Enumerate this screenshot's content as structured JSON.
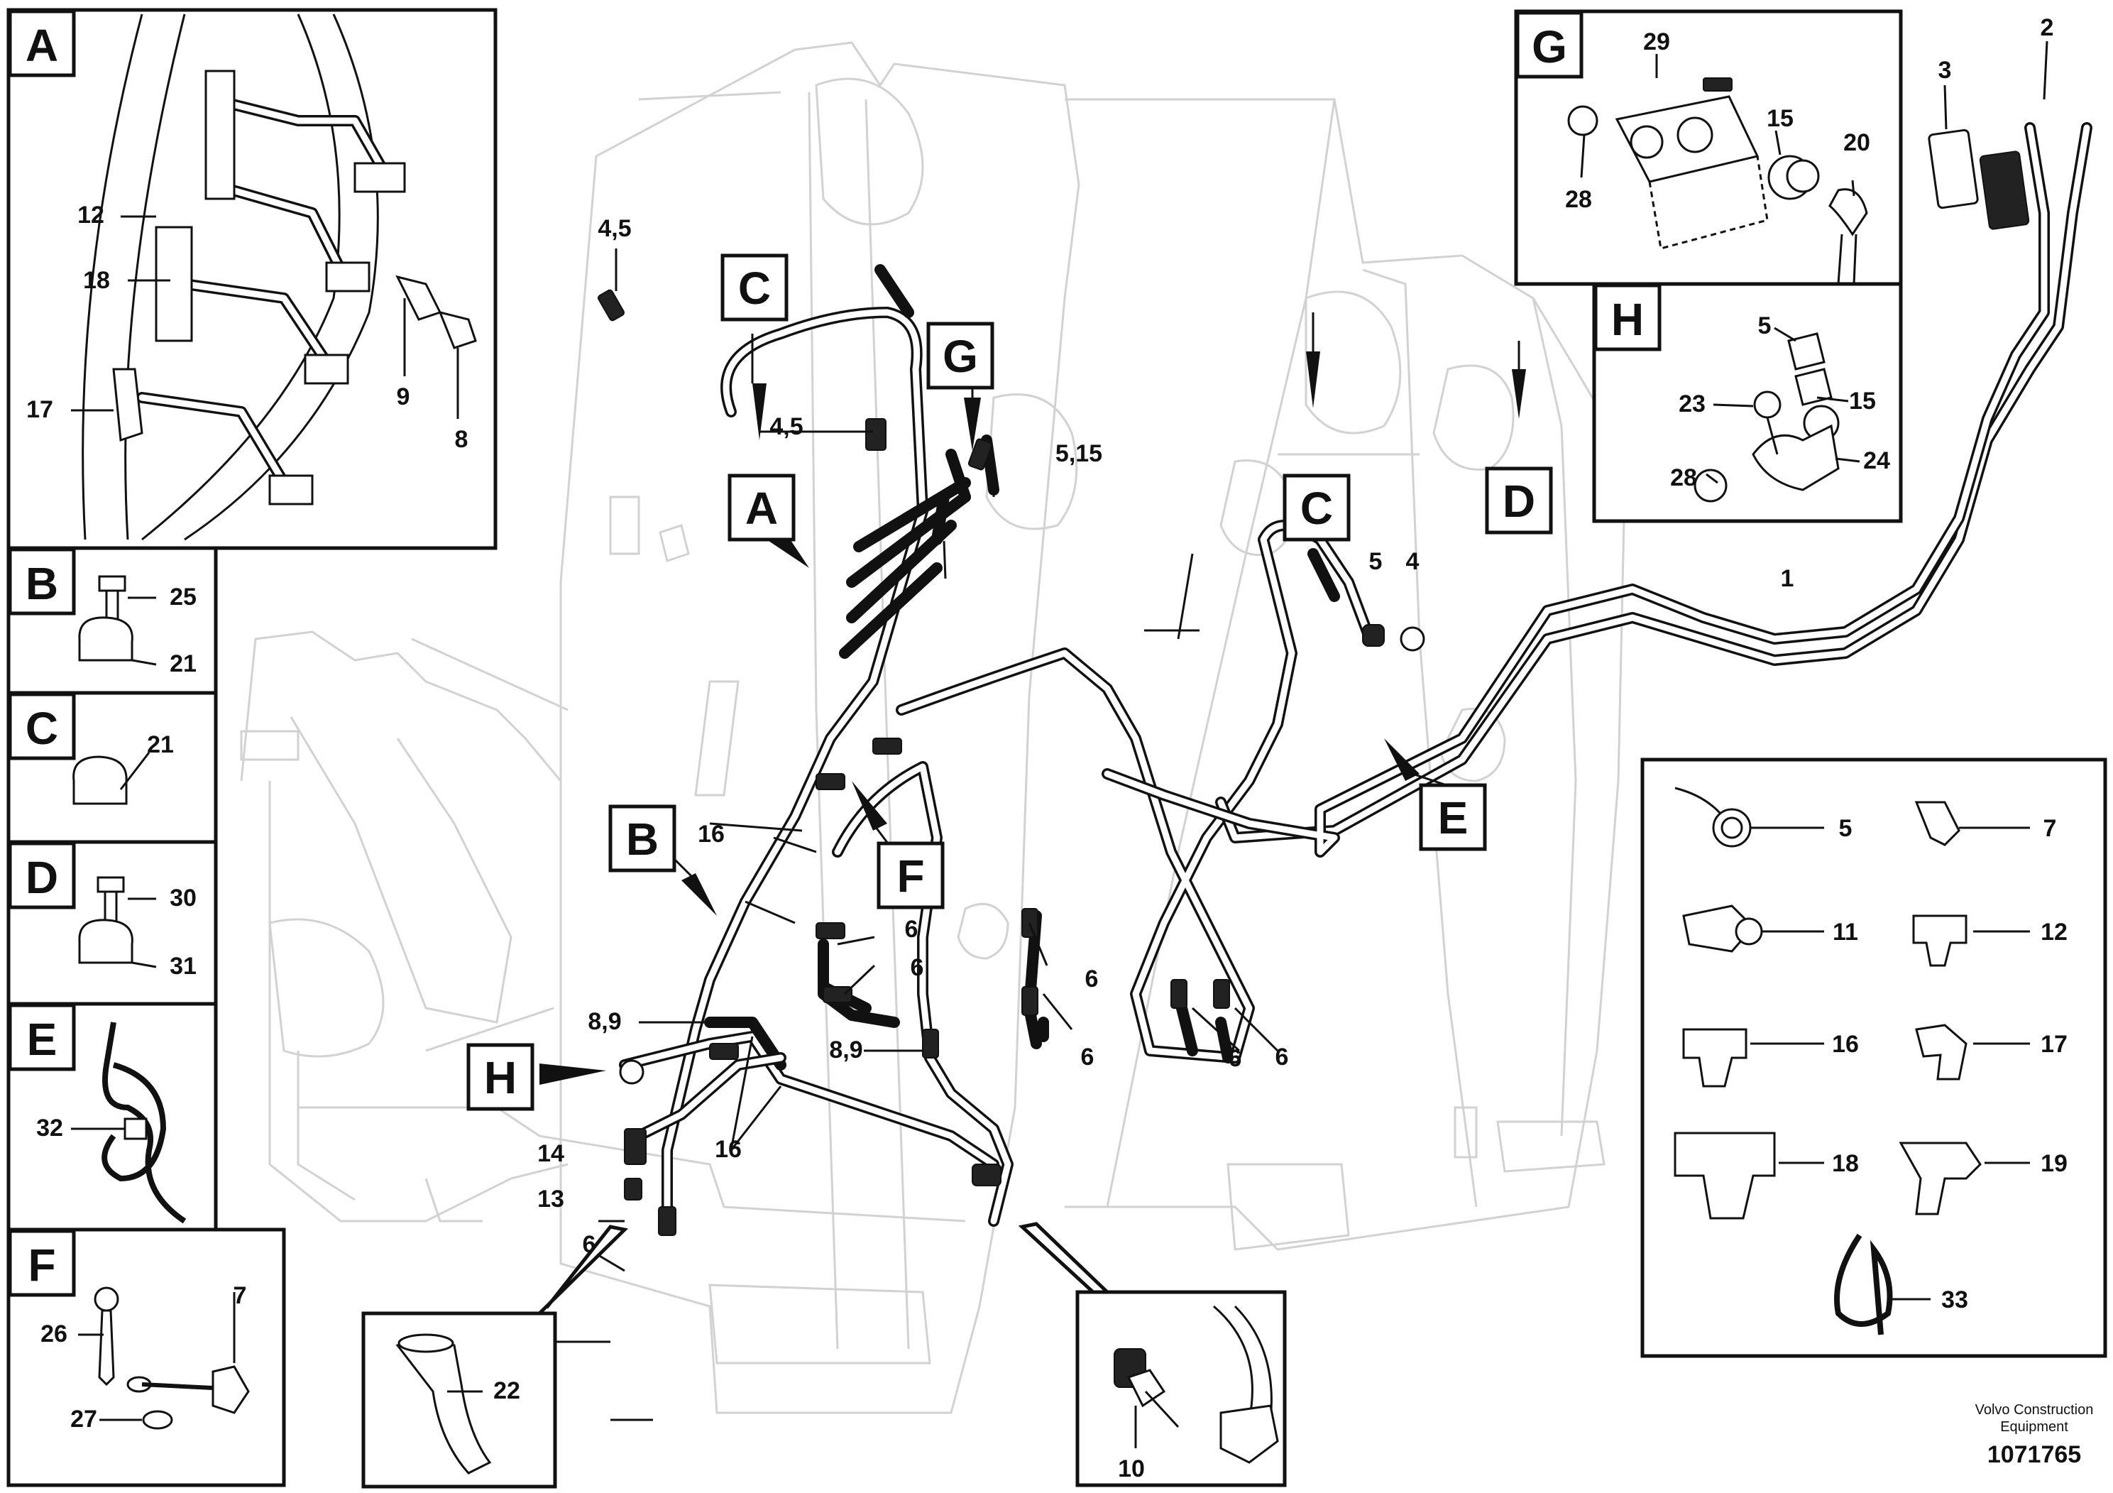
{
  "diagram": {
    "callout_letters": {
      "A": "A",
      "B": "B",
      "C": "C",
      "D": "D",
      "E": "E",
      "F": "F",
      "G": "G",
      "H": "H"
    },
    "parts": {
      "p1": "1",
      "p2": "2",
      "p3": "3",
      "p4": "4",
      "p5": "5",
      "p6": "6",
      "p7": "7",
      "p8": "8",
      "p9": "9",
      "p10": "10",
      "p11": "11",
      "p12": "12",
      "p13": "13",
      "p14": "14",
      "p15": "15",
      "p16": "16",
      "p17": "17",
      "p18": "18",
      "p19": "19",
      "p20": "20",
      "p21": "21",
      "p22": "22",
      "p23": "23",
      "p24": "24",
      "p25": "25",
      "p26": "26",
      "p27": "27",
      "p28": "28",
      "p29": "29",
      "p30": "30",
      "p31": "31",
      "p32": "32",
      "p33": "33",
      "p45": "4,5",
      "p515": "5,15",
      "p89": "8,9"
    },
    "footer": {
      "line1": "Volvo Construction",
      "line2": "Equipment",
      "doc_number": "1071765"
    }
  }
}
